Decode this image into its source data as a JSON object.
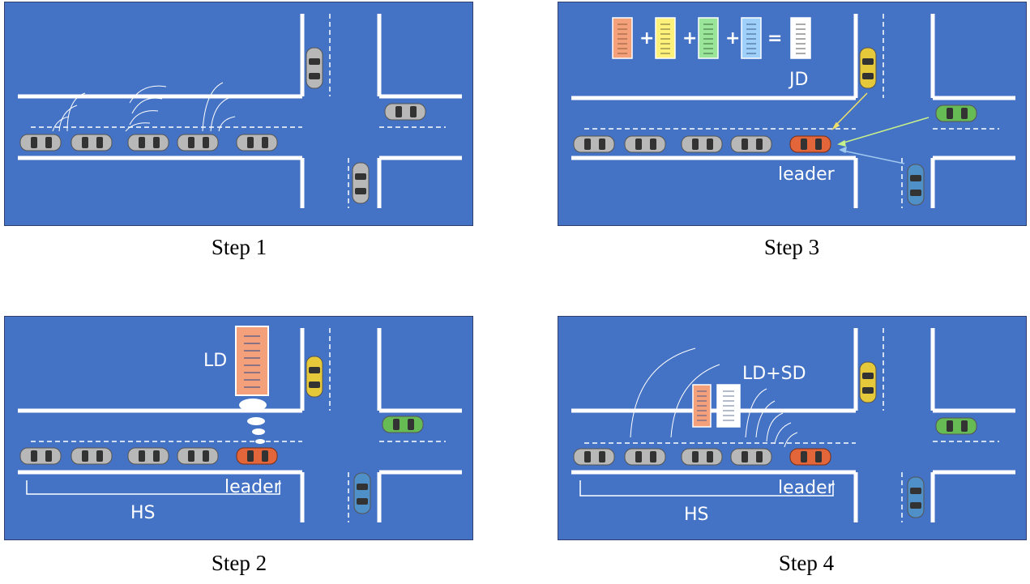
{
  "colors": {
    "background": "#4472C4",
    "road_line": "#FFFFFF",
    "car_silver": "#B8B8B8",
    "car_leader": "#E2663A",
    "car_yellow": "#E6C93A",
    "car_green": "#66BB55",
    "car_blue": "#4F90C8",
    "doc_orange": "#F4A07A",
    "doc_yellow": "#FFF17A",
    "doc_green": "#9BE59B",
    "doc_blue": "#9FD0FA",
    "doc_white": "#FFFFFF",
    "arrow_yellow": "#F0E06A",
    "arrow_green": "#C8F08A",
    "arrow_blue": "#9FC8F0"
  },
  "panels": {
    "step1": {
      "caption": "Step 1"
    },
    "step2": {
      "caption": "Step 2",
      "doc_label": "LD",
      "leader_label": "leader",
      "group_label": "HS"
    },
    "step3": {
      "caption": "Step 3",
      "plus": "+",
      "equals": "=",
      "joint_label": "JD",
      "leader_label": "leader"
    },
    "step4": {
      "caption": "Step 4",
      "doc_label": "LD+SD",
      "leader_label": "leader",
      "group_label": "HS"
    }
  }
}
